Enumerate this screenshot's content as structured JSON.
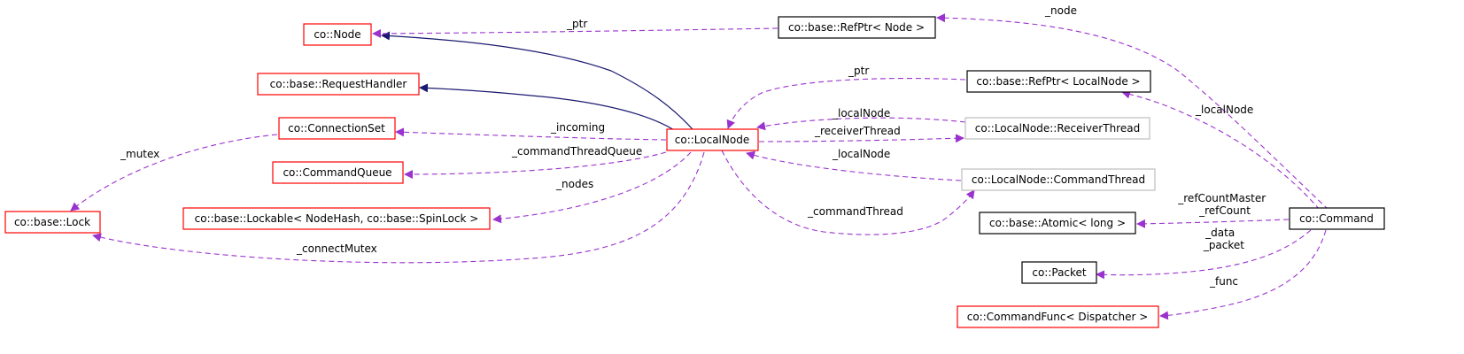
{
  "colors": {
    "border_undocumented": "#ff0000",
    "border_documented": "#000000",
    "border_grey": "#bfbfbf",
    "focus_fill": "#bfbfbf",
    "usage_edge": "#9a32cd",
    "inherit_edge": "#191970"
  },
  "nodes": [
    {
      "id": "node",
      "label": "co::Node",
      "kind": "undocumented"
    },
    {
      "id": "refptr_node",
      "label": "co::base::RefPtr< Node >",
      "kind": "documented"
    },
    {
      "id": "requesthandler",
      "label": "co::base::RequestHandler",
      "kind": "undocumented"
    },
    {
      "id": "refptr_localnode",
      "label": "co::base::RefPtr< LocalNode >",
      "kind": "documented"
    },
    {
      "id": "connectionset",
      "label": "co::ConnectionSet",
      "kind": "undocumented"
    },
    {
      "id": "localnode",
      "label": "co::LocalNode",
      "kind": "undocumented"
    },
    {
      "id": "receiverthread",
      "label": "co::LocalNode::ReceiverThread",
      "kind": "grey"
    },
    {
      "id": "commandqueue",
      "label": "co::CommandQueue",
      "kind": "undocumented"
    },
    {
      "id": "commandthread",
      "label": "co::LocalNode::CommandThread",
      "kind": "grey"
    },
    {
      "id": "lock",
      "label": "co::base::Lock",
      "kind": "undocumented"
    },
    {
      "id": "lockable",
      "label": "co::base::Lockable< NodeHash, co::base::SpinLock >",
      "kind": "undocumented"
    },
    {
      "id": "atomic",
      "label": "co::base::Atomic< long >",
      "kind": "documented"
    },
    {
      "id": "command",
      "label": "co::Command",
      "kind": "focus"
    },
    {
      "id": "packet",
      "label": "co::Packet",
      "kind": "documented"
    },
    {
      "id": "commandfunc",
      "label": "co::CommandFunc< Dispatcher >",
      "kind": "undocumented"
    }
  ],
  "edges": [
    {
      "id": "e_node_localnode",
      "from": "localnode",
      "to": "node",
      "type": "inheritance",
      "label": ""
    },
    {
      "id": "e_rh_localnode",
      "from": "localnode",
      "to": "requesthandler",
      "type": "inheritance",
      "label": ""
    },
    {
      "id": "e_ptr_node",
      "from": "refptr_node",
      "to": "node",
      "type": "usage",
      "label": "_ptr"
    },
    {
      "id": "e_node_command",
      "from": "command",
      "to": "refptr_node",
      "type": "usage",
      "label": "_node"
    },
    {
      "id": "e_ptr_localnode",
      "from": "refptr_localnode",
      "to": "localnode",
      "type": "usage",
      "label": "_ptr"
    },
    {
      "id": "e_localnode_command",
      "from": "command",
      "to": "refptr_localnode",
      "type": "usage",
      "label": "_localNode"
    },
    {
      "id": "e_localnode_receiver",
      "from": "receiverthread",
      "to": "localnode",
      "type": "usage",
      "label": "_localNode"
    },
    {
      "id": "e_receiverthread",
      "from": "localnode",
      "to": "receiverthread",
      "type": "usage",
      "label": "_receiverThread"
    },
    {
      "id": "e_localnode_cmdthread",
      "from": "commandthread",
      "to": "localnode",
      "type": "usage",
      "label": "_localNode"
    },
    {
      "id": "e_commandthread",
      "from": "localnode",
      "to": "commandthread",
      "type": "usage",
      "label": "_commandThread"
    },
    {
      "id": "e_incoming",
      "from": "localnode",
      "to": "connectionset",
      "type": "usage",
      "label": "_incoming"
    },
    {
      "id": "e_cmdqueue",
      "from": "localnode",
      "to": "commandqueue",
      "type": "usage",
      "label": "_commandThreadQueue"
    },
    {
      "id": "e_nodes",
      "from": "localnode",
      "to": "lockable",
      "type": "usage",
      "label": "_nodes"
    },
    {
      "id": "e_connectmutex",
      "from": "localnode",
      "to": "lock",
      "type": "usage",
      "label": "_connectMutex"
    },
    {
      "id": "e_mutex",
      "from": "connectionset",
      "to": "lock",
      "type": "usage",
      "label": "_mutex"
    },
    {
      "id": "e_refcount",
      "from": "command",
      "to": "atomic",
      "type": "usage",
      "label": "_refCountMaster\n_refCount"
    },
    {
      "id": "e_packet",
      "from": "command",
      "to": "packet",
      "type": "usage",
      "label": "_data\n_packet"
    },
    {
      "id": "e_func",
      "from": "command",
      "to": "commandfunc",
      "type": "usage",
      "label": "_func"
    }
  ]
}
